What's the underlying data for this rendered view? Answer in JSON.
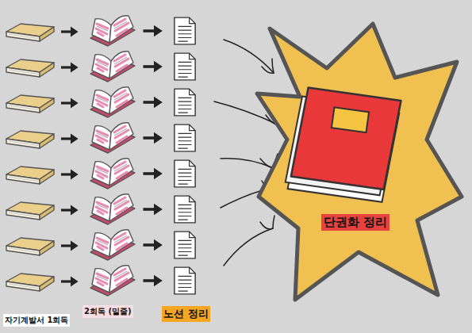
{
  "diagram": {
    "nodes": [
      {
        "text": [
          "단권화 정리"
        ]
      }
    ],
    "edges": [],
    "labels": [
      "자기계발서 1회독",
      "2회독 (밑줄)",
      "노션 정리"
    ]
  }
}
